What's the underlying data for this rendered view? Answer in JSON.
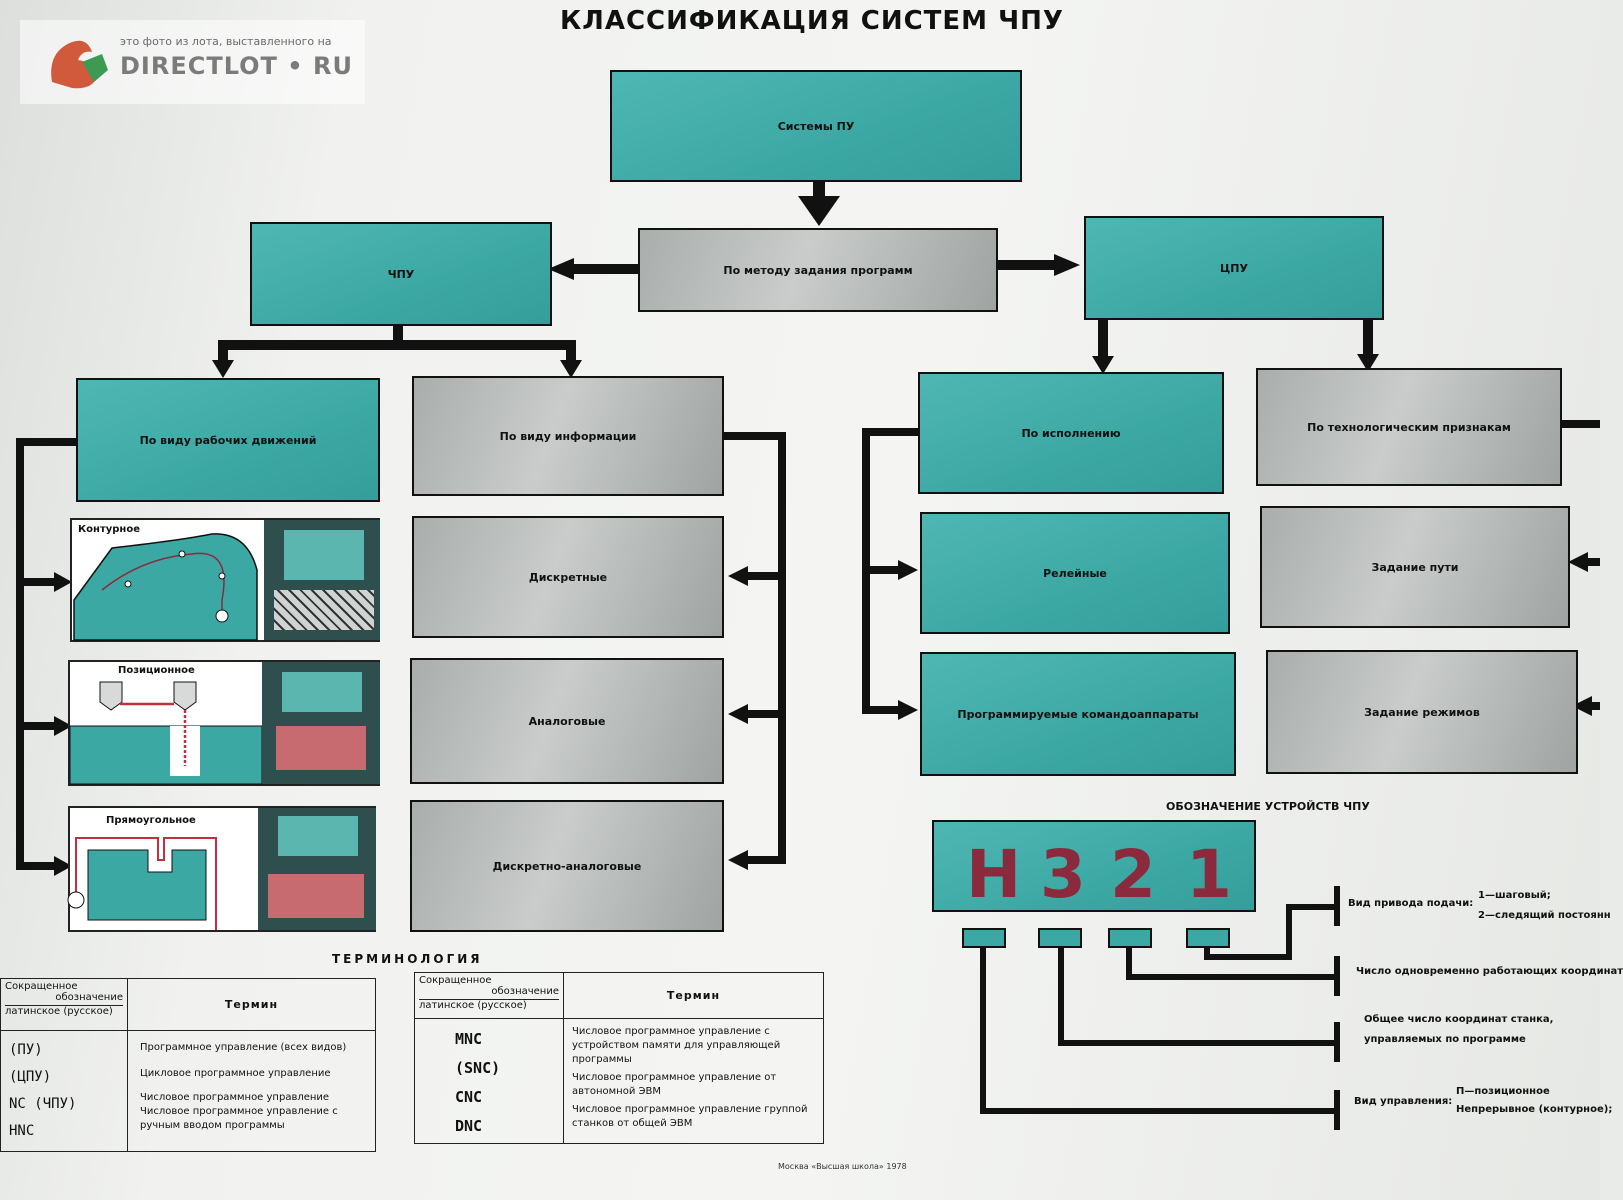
{
  "watermark": {
    "caption": "это фото из лота, выставленного на",
    "brand": "DIRECTLOT • RU"
  },
  "title": "КЛАССИФИКАЦИЯ СИСТЕМ ЧПУ",
  "nodes": {
    "root": "Системы ПУ",
    "method": "По методу задания программ",
    "chpu": "ЧПУ",
    "tspu": "ЦПУ",
    "motion": "По виду рабочих движений",
    "info": "По виду информации",
    "execution": "По исполнению",
    "tech": "По технологическим признакам",
    "discrete": "Дискретные",
    "analog": "Аналоговые",
    "discrete_analog": "Дискретно-аналоговые",
    "relay": "Релейные",
    "programmable": "Программируемые командоаппараты",
    "path": "Задание пути",
    "modes": "Задание режимов"
  },
  "motion_panels": [
    "Контурное",
    "Позиционное",
    "Прямоугольное"
  ],
  "designation": {
    "heading": "ОБОЗНАЧЕНИЕ УСТРОЙСТВ ЧПУ",
    "letters": [
      "Н",
      "3",
      "2",
      "1"
    ],
    "drive_label": "Вид привода подачи:",
    "drive_1": "1—шаговый;",
    "drive_2": "2—следящий постоянн",
    "coord_simul": "Число одновременно работающих координат",
    "coord_total_1": "Общее число координат станка,",
    "coord_total_2": "управляемых по программе",
    "control_label": "Вид управления:",
    "control_1": "П—позиционное",
    "control_2": "Непрерывное (контурное);"
  },
  "terminology": {
    "heading": "ТЕРМИНОЛОГИЯ",
    "col_abbr_1": "Сокращенное",
    "col_abbr_2": "обозначение",
    "col_abbr_3": "латинское (русское)",
    "col_term": "Термин",
    "left_rows": [
      {
        "abbr": "(ПУ)",
        "term": "Программное управление (всех видов)"
      },
      {
        "abbr": "(ЦПУ)",
        "term": "Цикловое программное управление"
      },
      {
        "abbr": "NC (ЧПУ)",
        "term": "Числовое программное управление"
      },
      {
        "abbr": "HNC",
        "term": "Числовое программное управление с ручным вводом программы"
      }
    ],
    "right_rows": [
      {
        "abbr": "MNC",
        "term": "Числовое программное управление с устройством памяти для управляющей программы"
      },
      {
        "abbr": "(SNC)",
        "term": ""
      },
      {
        "abbr": "CNC",
        "term": "Числовое программное управление от автономной ЭВМ"
      },
      {
        "abbr": "DNC",
        "term": "Числовое программное управление группой станков от общей ЭВМ"
      }
    ]
  },
  "footer": {
    "publisher": "Москва «Высшая школа» 1978"
  },
  "colors": {
    "teal": "#3ca8a4",
    "gray": "#b4b8b6",
    "code_red": "#8a2a3c"
  }
}
